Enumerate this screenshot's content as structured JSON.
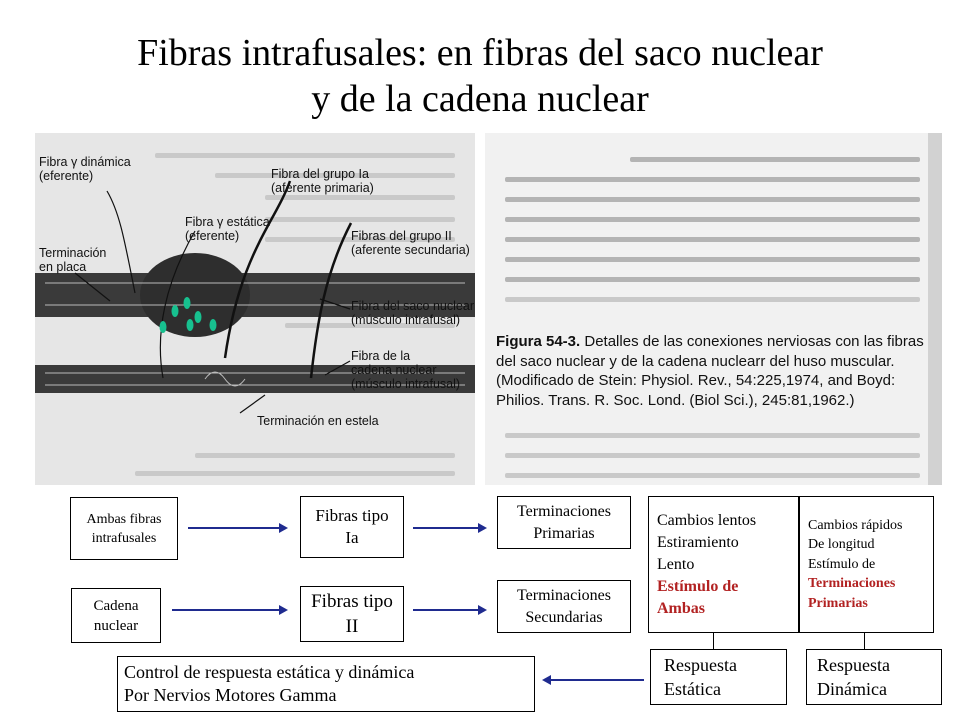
{
  "title": {
    "line1": "Fibras intrafusales: en fibras del saco nuclear",
    "line2": "y de la cadena nuclear"
  },
  "figure_labels": {
    "dynamic_fiber": [
      "Fibra γ dinámica",
      "(eferente)"
    ],
    "group_ia": [
      "Fibra del grupo Ia",
      "(aferente primaria)"
    ],
    "static_fiber": [
      "Fibra γ estática",
      "(eferente)"
    ],
    "group_ii": [
      "Fibras del grupo II",
      "(aferente secundaria)"
    ],
    "plate_ending": [
      "Terminación",
      "en placa"
    ],
    "bag_fiber": [
      "Fibra del saco nuclear",
      "(músculo intrafusal)"
    ],
    "chain_fiber": [
      "Fibra de la",
      "cadena nuclear",
      "(músculo intrafusal)"
    ],
    "trail_ending": "Terminación en estela"
  },
  "caption": {
    "bold": "Figura 54-3.",
    "text": " Detalles de las conexiones nerviosas con las fibras del saco nuclear y de la cadena nuclearr del huso muscular. (Modificado de Stein: Physiol. Rev., 54:225,1974, and Boyd: Philios. Trans. R. Soc. Lond. (Biol Sci.), 245:81,1962.)"
  },
  "flow": {
    "ambas": [
      "Ambas fibras",
      "intrafusales"
    ],
    "cadena": [
      "Cadena",
      "nuclear"
    ],
    "tipo_ia": [
      "Fibras tipo",
      "Ia"
    ],
    "tipo_ii": [
      "Fibras tipo",
      "II"
    ],
    "primarias": [
      "Terminaciones",
      "Primarias"
    ],
    "secundarias": [
      "Terminaciones",
      "Secundarias"
    ],
    "lentos": [
      "Cambios lentos",
      "Estiramiento",
      "Lento"
    ],
    "lentos_red": [
      "Estímulo de",
      "Ambas"
    ],
    "rapidos": [
      "Cambios rápidos",
      "De longitud",
      "Estímulo de"
    ],
    "rapidos_red": [
      "Terminaciones",
      "Primarias"
    ],
    "estatica": [
      "Respuesta",
      "Estática"
    ],
    "dinamica": [
      "Respuesta",
      "Dinámica"
    ],
    "control": [
      "Control de respuesta estática y dinámica",
      "Por Nervios Motores Gamma"
    ]
  },
  "colors": {
    "arrow": "#1f2b8f",
    "nucleus": "#17c08f",
    "highlight": "#b22222"
  }
}
